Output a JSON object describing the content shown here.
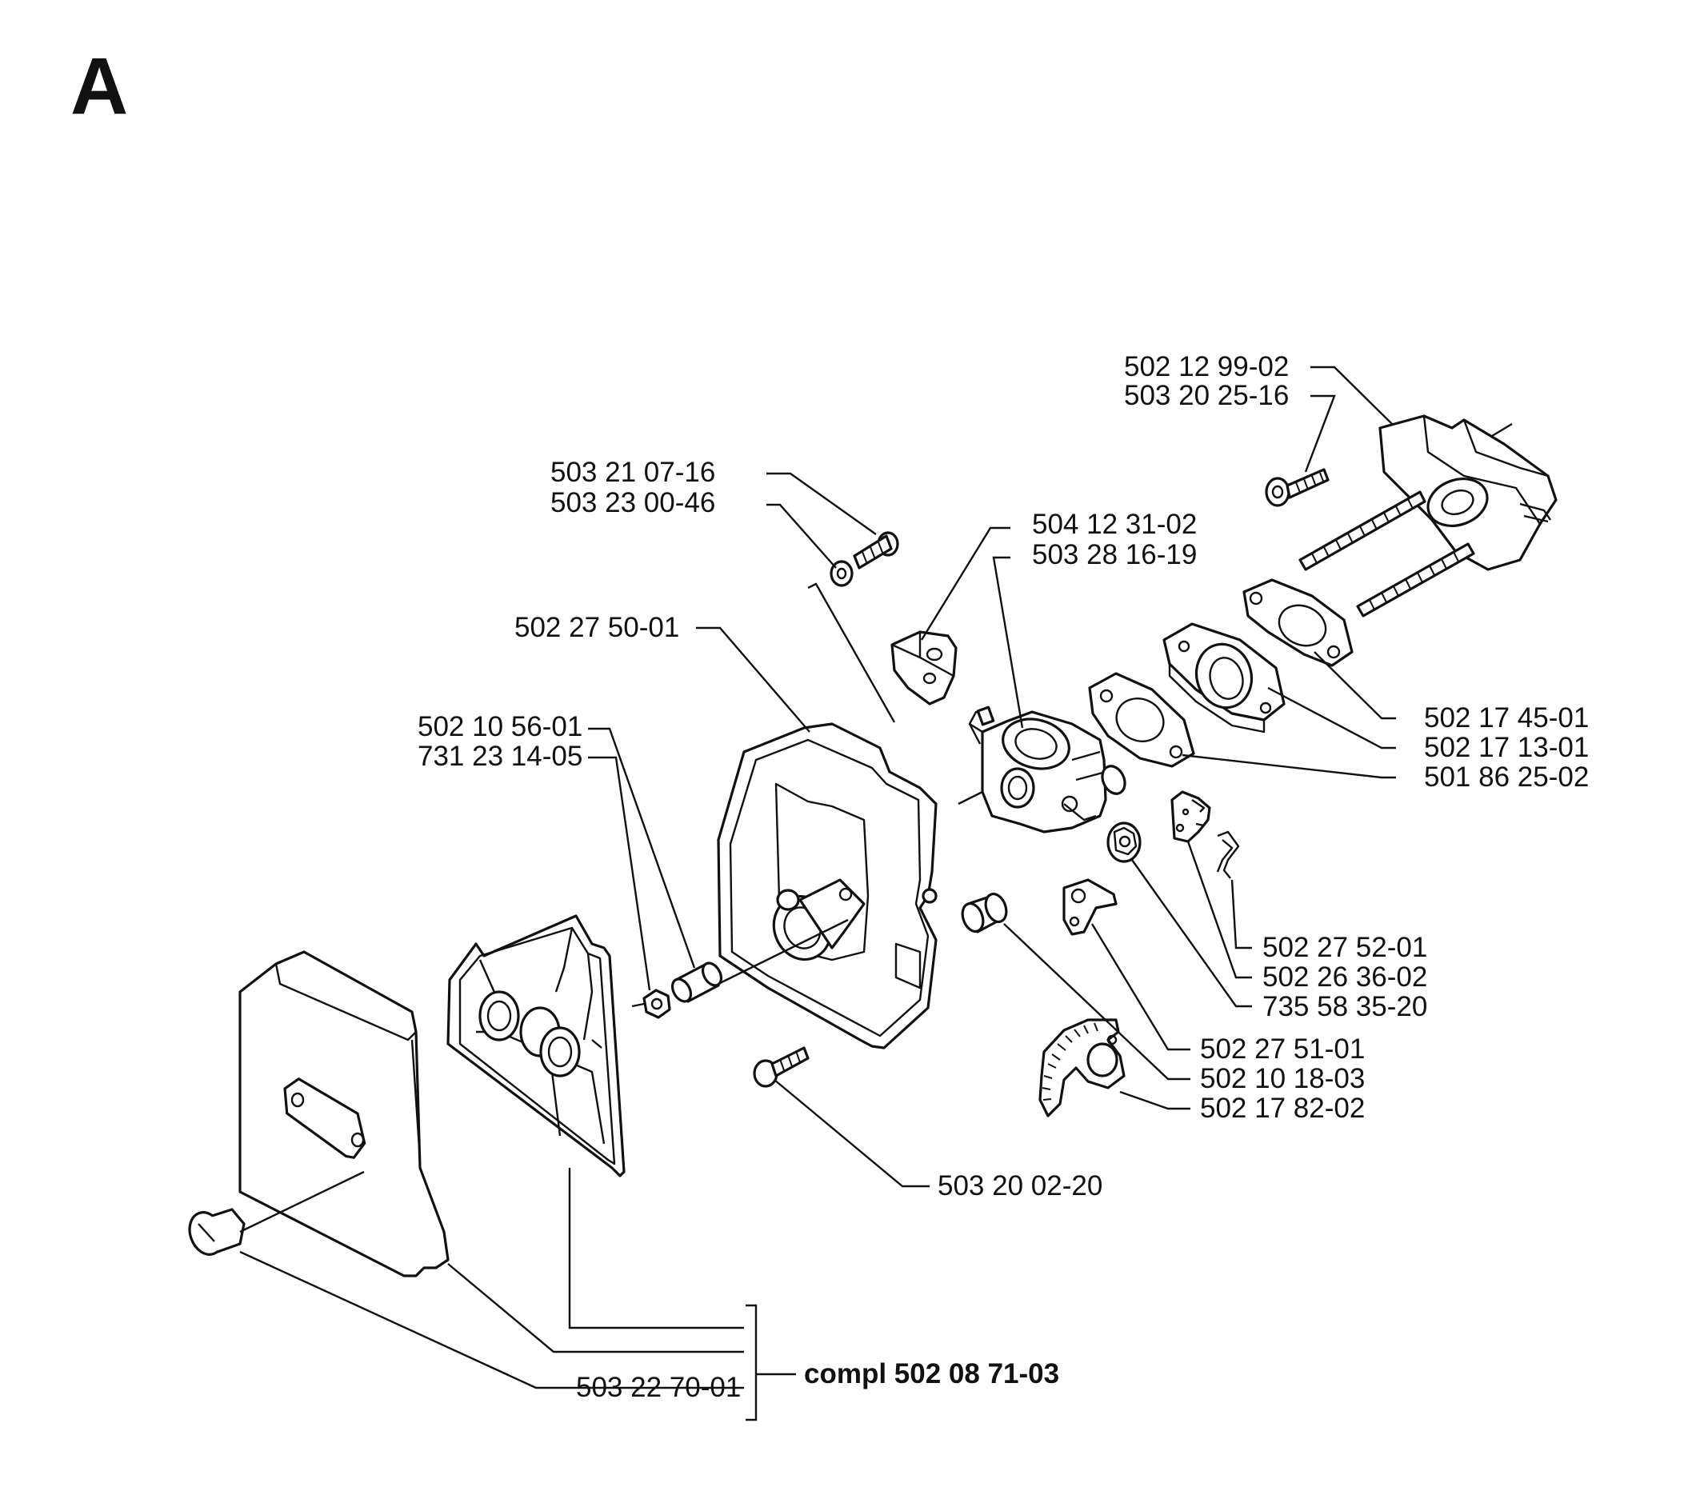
{
  "section_letter": "A",
  "labels": {
    "p502129902": "502 12 99-02",
    "p503202516": "503 20 25-16",
    "p503210716": "503 21 07-16",
    "p503230046": "503 23 00-46",
    "p504123102": "504 12 31-02",
    "p503281619": "503 28 16-19",
    "p502275001": "502 27 50-01",
    "p502105601": "502 10 56-01",
    "p731231405": "731 23 14-05",
    "p502174501": "502 17 45-01",
    "p502171301": "502 17 13-01",
    "p501862502": "501 86 25-02",
    "p502275201": "502 27 52-01",
    "p502263602": "502 26 36-02",
    "p735583520": "735 58 35-20",
    "p502275101": "502 27 51-01",
    "p502101803": "502 10 18-03",
    "p502178202": "502 17 82-02",
    "p503200220": "503 20 02-20",
    "p503227001": "503 22 70-01"
  },
  "assembly_label": "compl 502 08 71-03"
}
